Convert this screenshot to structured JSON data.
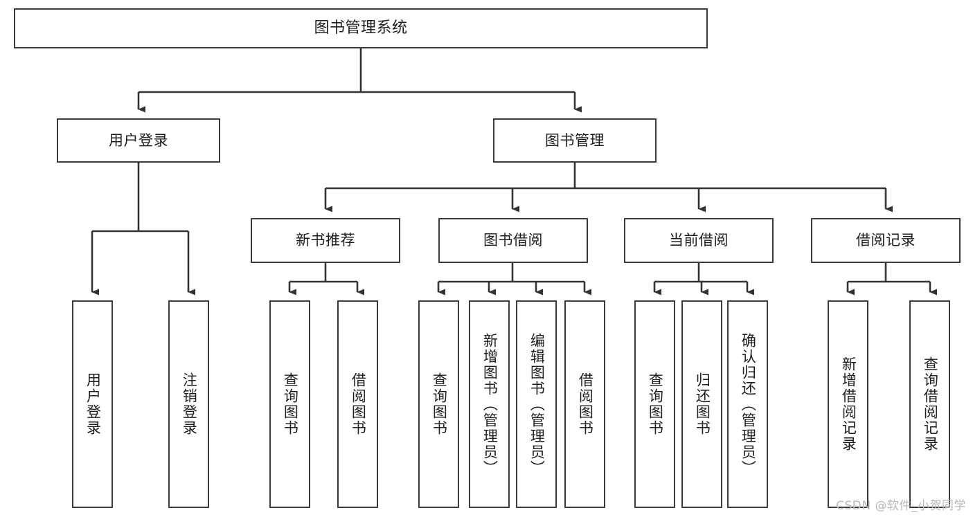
{
  "diagram": {
    "title": "图书管理系统",
    "watermark": "CSDN @软件_小贺同学",
    "colors": {
      "background": "#ffffff",
      "box_border": "#3b3b3b",
      "box_fill": "#ffffff",
      "connector": "#333333",
      "text": "#1d1d1d",
      "watermark": "#b9b9b9"
    },
    "root": {
      "label": "图书管理系统"
    },
    "level1": [
      {
        "label": "用户登录"
      },
      {
        "label": "图书管理"
      }
    ],
    "level2": [
      {
        "label": "新书推荐"
      },
      {
        "label": "图书借阅"
      },
      {
        "label": "当前借阅"
      },
      {
        "label": "借阅记录"
      }
    ],
    "leaves": {
      "user_login": [
        {
          "label": "用户登录"
        },
        {
          "label": "注销登录"
        }
      ],
      "new_book_recommend": [
        {
          "label": "查询图书"
        },
        {
          "label": "借阅图书"
        }
      ],
      "book_borrow": [
        {
          "label": "查询图书"
        },
        {
          "label": "新增图书（管理员）"
        },
        {
          "label": "编辑图书（管理员）"
        },
        {
          "label": "借阅图书"
        }
      ],
      "current_borrow": [
        {
          "label": "查询图书"
        },
        {
          "label": "归还图书"
        },
        {
          "label": "确认归还（管理员）"
        }
      ],
      "borrow_record": [
        {
          "label": "新增借阅记录"
        },
        {
          "label": "查询借阅记录"
        }
      ]
    }
  }
}
